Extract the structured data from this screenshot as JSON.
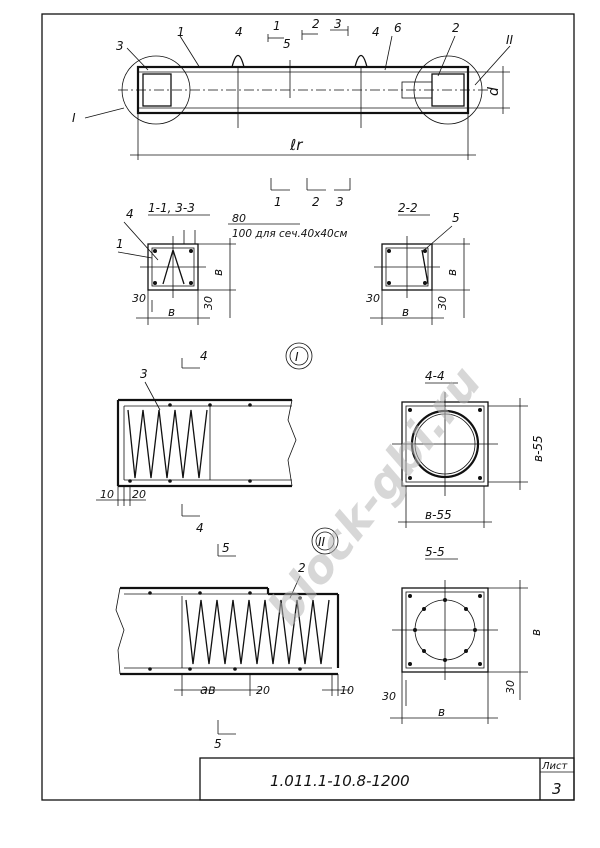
{
  "drawing": {
    "labels": {
      "pos_1": "1",
      "pos_2": "2",
      "pos_3": "3",
      "pos_4": "4",
      "pos_5": "5",
      "pos_6": "6",
      "node_I": "I",
      "node_II": "II",
      "dim_d": "d",
      "dim_lr": "ℓr",
      "dim_b": "в",
      "dim_30": "30",
      "dim_80": "80",
      "dim_80_note": "100 для сеч.40х40см",
      "dim_10": "10",
      "dim_20": "20",
      "dim_b55": "в-55",
      "dim_ab": "aв"
    },
    "sections": {
      "s_1_1_3_3": "1-1, 3-3",
      "s_2_2": "2-2",
      "s_4_4": "4-4",
      "s_5_5": "5-5"
    },
    "cuts": {
      "c1": "1",
      "c2": "2",
      "c3": "3",
      "c4": "4",
      "c5": "5"
    }
  },
  "title_block": {
    "designation": "1.011.1-10.8-1200",
    "sheet_label": "Лист",
    "sheet_number": "3"
  },
  "watermark": "block-gbi.ru"
}
